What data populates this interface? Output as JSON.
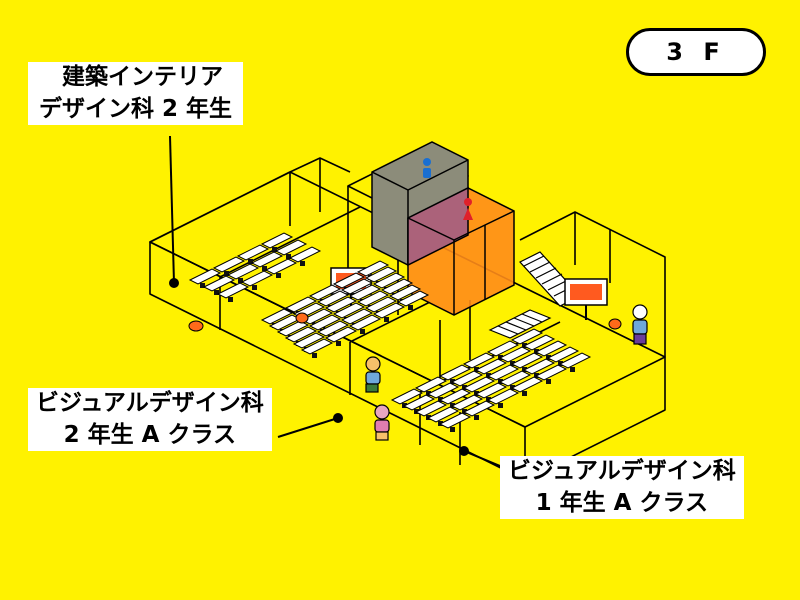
{
  "floor_badge": "3 F",
  "rooms": {
    "architecture_interior_2": {
      "line1": "建築インテリア",
      "line2": "デザイン科 2 年生"
    },
    "visual_design_2a": {
      "line1": "ビジュアルデザイン科",
      "line2": "2 年生 A クラス"
    },
    "visual_design_1a": {
      "line1": "ビジュアルデザイン科",
      "line2": "1 年生 A クラス"
    }
  },
  "colors": {
    "background": "#FFF200",
    "restroom_gray": "#8C8C7A",
    "restroom_orange": "#FF8C1A",
    "monitor_frame": "#FFFFFF",
    "monitor_screen": "#FF5A1F",
    "chair_orange": "#FF6A1A"
  },
  "icons": [
    "male-restroom-icon",
    "female-restroom-icon",
    "monitor-icon",
    "stairs-icon",
    "person-icon",
    "chair-icon"
  ]
}
